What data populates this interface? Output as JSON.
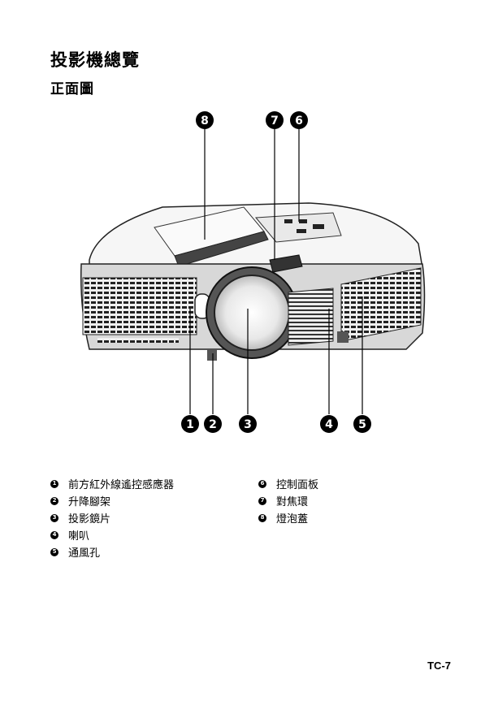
{
  "header": {
    "title": "投影機總覽",
    "subtitle": "正面圖"
  },
  "callouts": [
    "1",
    "2",
    "3",
    "4",
    "5",
    "6",
    "7",
    "8"
  ],
  "legend": {
    "left": [
      {
        "num": "1",
        "label": "前方紅外線遙控感應器"
      },
      {
        "num": "2",
        "label": "升降腳架"
      },
      {
        "num": "3",
        "label": "投影鏡片"
      },
      {
        "num": "4",
        "label": "喇叭"
      },
      {
        "num": "5",
        "label": "通風孔"
      }
    ],
    "right": [
      {
        "num": "6",
        "label": "控制面板"
      },
      {
        "num": "7",
        "label": "對焦環"
      },
      {
        "num": "8",
        "label": "燈泡蓋"
      }
    ]
  },
  "footer": {
    "page_number": "TC-7"
  }
}
